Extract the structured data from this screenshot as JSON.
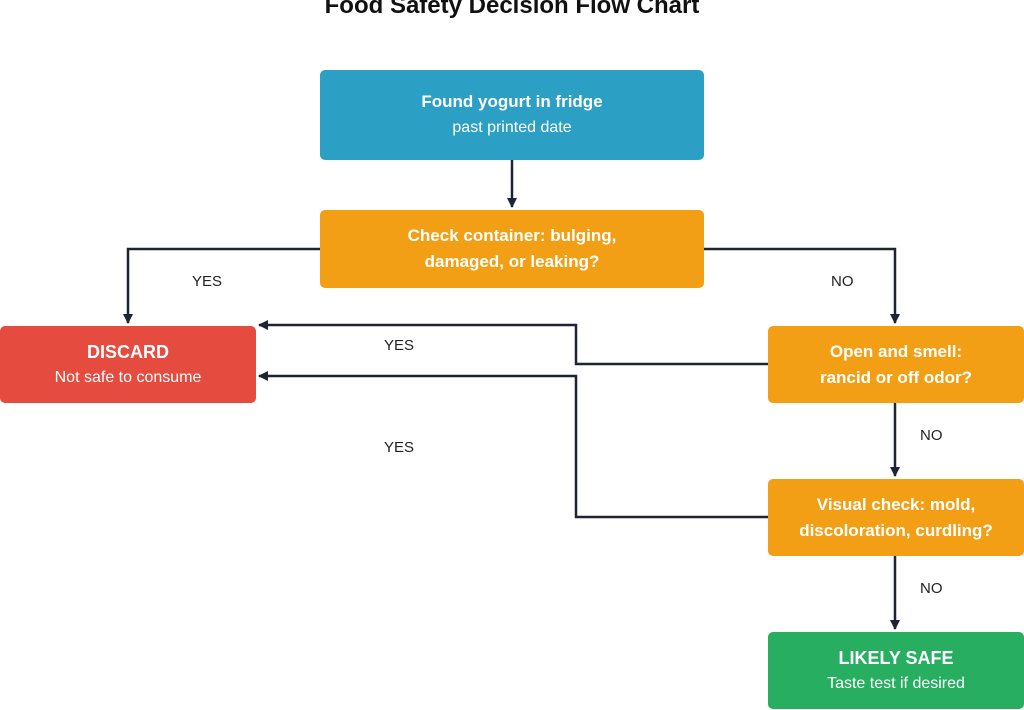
{
  "title": "Food Safety Decision Flow Chart",
  "nodes": {
    "start": {
      "line1": "Found yogurt in fridge",
      "line2": "past printed date",
      "color": "#2B9FC4"
    },
    "container": {
      "line1": "Check container: bulging,",
      "line2": "damaged, or leaking?",
      "color": "#F29F16"
    },
    "smell": {
      "line1": "Open and smell:",
      "line2": "rancid or off odor?",
      "color": "#F29F16"
    },
    "visual": {
      "line1": "Visual check: mold,",
      "line2": "discoloration, curdling?",
      "color": "#F29F16"
    },
    "discard": {
      "line1": "DISCARD",
      "line2": "Not safe to consume",
      "color": "#E54B3F"
    },
    "safe": {
      "line1": "LIKELY SAFE",
      "line2": "Taste test if desired",
      "color": "#27AE60"
    }
  },
  "edges": [
    {
      "from": "start",
      "to": "container",
      "label": ""
    },
    {
      "from": "container",
      "to": "discard",
      "label": "YES"
    },
    {
      "from": "container",
      "to": "smell",
      "label": "NO"
    },
    {
      "from": "smell",
      "to": "discard",
      "label": "YES"
    },
    {
      "from": "smell",
      "to": "visual",
      "label": "NO"
    },
    {
      "from": "visual",
      "to": "discard",
      "label": "YES"
    },
    {
      "from": "visual",
      "to": "safe",
      "label": "NO"
    }
  ]
}
